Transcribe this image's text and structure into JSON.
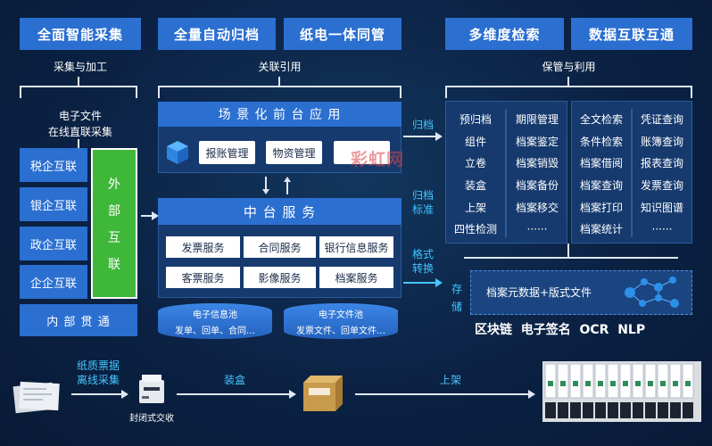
{
  "headers": {
    "h1": "全面智能采集",
    "h2": "全量自动归档",
    "h3": "纸电一体同管",
    "h4": "多维度检索",
    "h5": "数据互联互通"
  },
  "captions": {
    "c1": "采集与加工",
    "c2": "关联引用",
    "c3": "保管与利用",
    "elec_1": "电子文件",
    "elec_2": "在线直联采集"
  },
  "left_items": [
    "税企互联",
    "银企互联",
    "政企互联",
    "企企互联"
  ],
  "external": [
    "外",
    "部",
    "互",
    "联"
  ],
  "internal": "内 部 贯 通",
  "frontend": {
    "title": "场 景 化 前 台 应 用",
    "btn1": "报账管理",
    "btn2": "物资管理"
  },
  "middle": {
    "title": "中 台 服 务",
    "services": [
      "发票服务",
      "合同服务",
      "银行信息服务",
      "客票服务",
      "影像服务",
      "档案服务"
    ]
  },
  "pools": {
    "p1_title": "电子信息池",
    "p1_sub": "发单、回单、合同…",
    "p2_title": "电子文件池",
    "p2_sub": "发票文件、回单文件…"
  },
  "side_labels": {
    "archive": "归档",
    "std_1": "归档",
    "std_2": "标准",
    "fmt_1": "格式",
    "fmt_2": "转换",
    "store_1": "存",
    "store_2": "储"
  },
  "col1": [
    "预归档",
    "组件",
    "立卷",
    "装盒",
    "上架",
    "四性检测"
  ],
  "col2": [
    "期限管理",
    "档案鉴定",
    "档案销毁",
    "档案备份",
    "档案移交",
    "······"
  ],
  "col3": [
    "全文检索",
    "条件检索",
    "档案借阅",
    "档案查询",
    "档案打印",
    "档案统计"
  ],
  "col4": [
    "凭证查询",
    "账簿查询",
    "报表查询",
    "发票查询",
    "知识图谱",
    "······"
  ],
  "meta": "档案元数据+版式文件",
  "tech": "区块链  电子签名  OCR  NLP",
  "bottom": {
    "paper_1": "纸质票据",
    "paper_2": "离线采集",
    "sealed": "封闭式交收",
    "box": "装盒",
    "shelf": "上架"
  },
  "watermark": "彩虹网",
  "colors": {
    "header_blue": "#2b6fd1",
    "green": "#3fb83a",
    "cyan": "#3ec7ff",
    "background": "#0b2244"
  }
}
